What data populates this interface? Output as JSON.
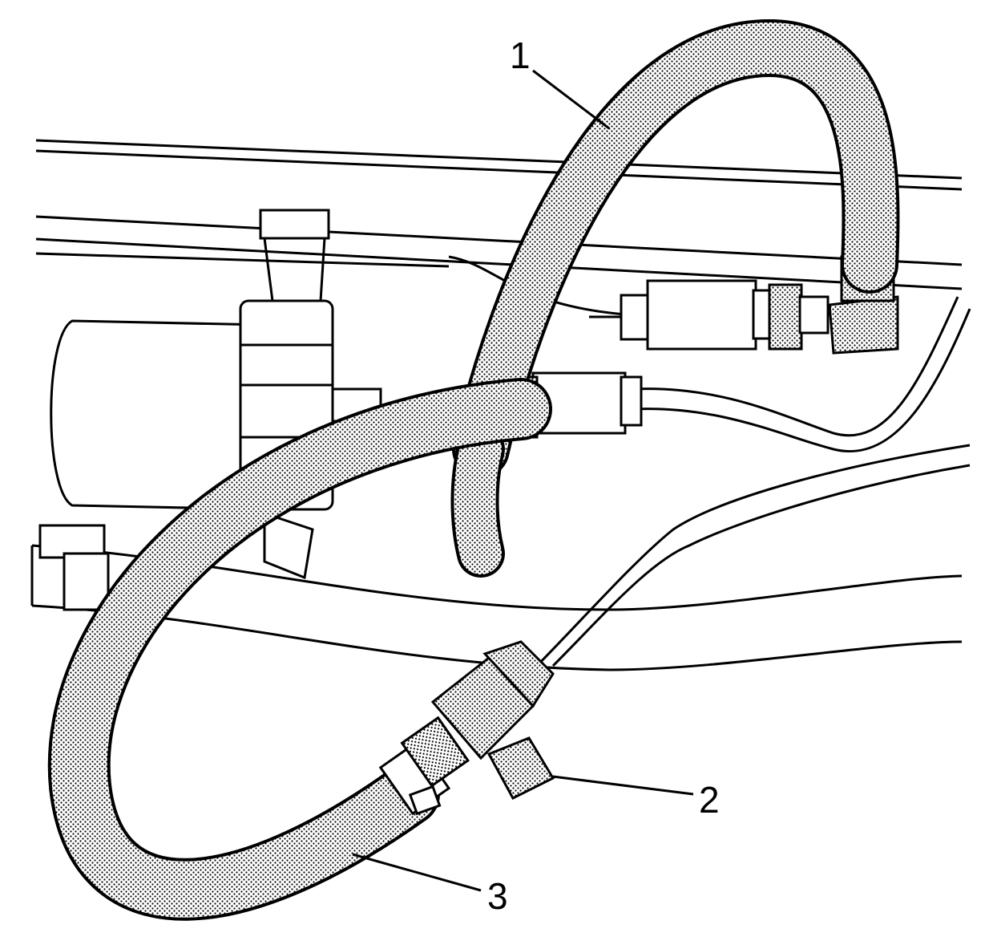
{
  "colors": {
    "line": "#000000",
    "background": "#ffffff",
    "hose_fill": "#bdbdbd"
  },
  "callouts": [
    {
      "label": "1"
    },
    {
      "label": "2"
    },
    {
      "label": "3"
    }
  ]
}
